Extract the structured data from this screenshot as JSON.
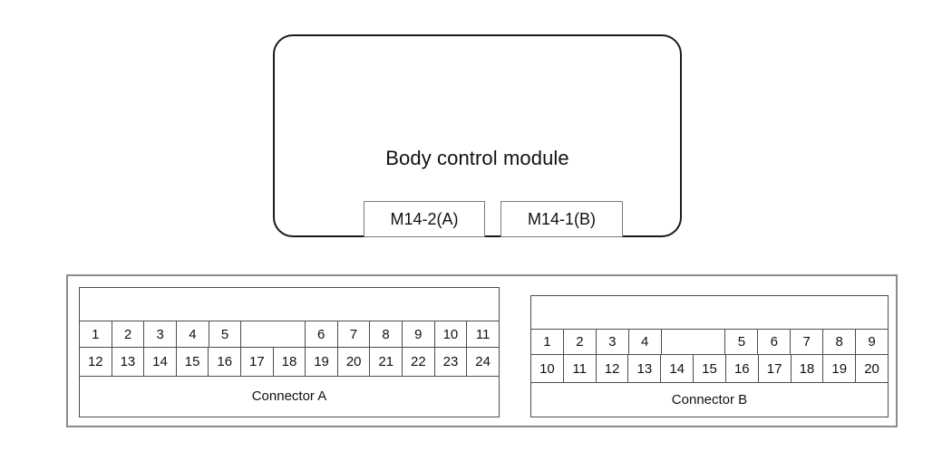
{
  "module": {
    "title": "Body control module",
    "tabs": [
      {
        "id": "tab-a",
        "label": "M14-2(A)"
      },
      {
        "id": "tab-b",
        "label": "M14-1(B)"
      }
    ]
  },
  "connectors": [
    {
      "id": "connector-a",
      "caption": "Connector A",
      "columns": 13,
      "top_row": [
        "1",
        "2",
        "3",
        "4",
        "5",
        "",
        "6",
        "7",
        "8",
        "9",
        "10",
        "11"
      ],
      "top_row_spans": [
        1,
        1,
        1,
        1,
        1,
        2,
        1,
        1,
        1,
        1,
        1,
        1
      ],
      "bottom_row": [
        "12",
        "13",
        "14",
        "15",
        "16",
        "17",
        "18",
        "19",
        "20",
        "21",
        "22",
        "23",
        "24"
      ],
      "bottom_row_spans": [
        1,
        1,
        1,
        1,
        1,
        1,
        1,
        1,
        1,
        1,
        1,
        1,
        1
      ]
    },
    {
      "id": "connector-b",
      "caption": "Connector B",
      "columns": 11,
      "top_row": [
        "1",
        "2",
        "3",
        "4",
        "",
        "5",
        "6",
        "7",
        "8",
        "9"
      ],
      "top_row_spans": [
        1,
        1,
        1,
        1,
        2,
        1,
        1,
        1,
        1,
        1
      ],
      "bottom_row": [
        "10",
        "11",
        "12",
        "13",
        "14",
        "15",
        "16",
        "17",
        "18",
        "19",
        "20"
      ],
      "bottom_row_spans": [
        1,
        1,
        1,
        1,
        1,
        1,
        1,
        1,
        1,
        1,
        1
      ]
    }
  ],
  "colors": {
    "outline": "#1a1a1a",
    "grid": "#4d4d4d",
    "frame": "#8a8a8a",
    "background": "#ffffff",
    "text": "#111111"
  }
}
